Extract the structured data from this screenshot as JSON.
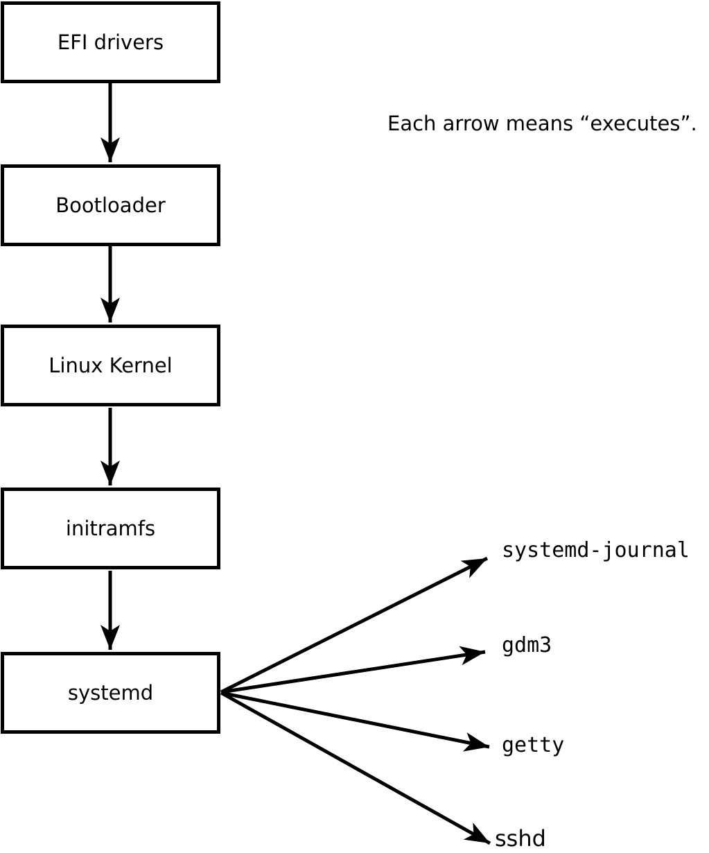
{
  "caption": "Each arrow means “executes”.",
  "relation": "executes",
  "chain": [
    {
      "label": "EFI drivers"
    },
    {
      "label": "Bootloader"
    },
    {
      "label": "Linux Kernel"
    },
    {
      "label": "initramfs"
    },
    {
      "label": "systemd"
    }
  ],
  "targets": [
    {
      "label": "systemd-journal"
    },
    {
      "label": "gdm3"
    },
    {
      "label": "getty"
    },
    {
      "label": "sshd"
    }
  ],
  "colors": {
    "line": "#000000",
    "text": "#000000",
    "background": "#ffffff"
  }
}
